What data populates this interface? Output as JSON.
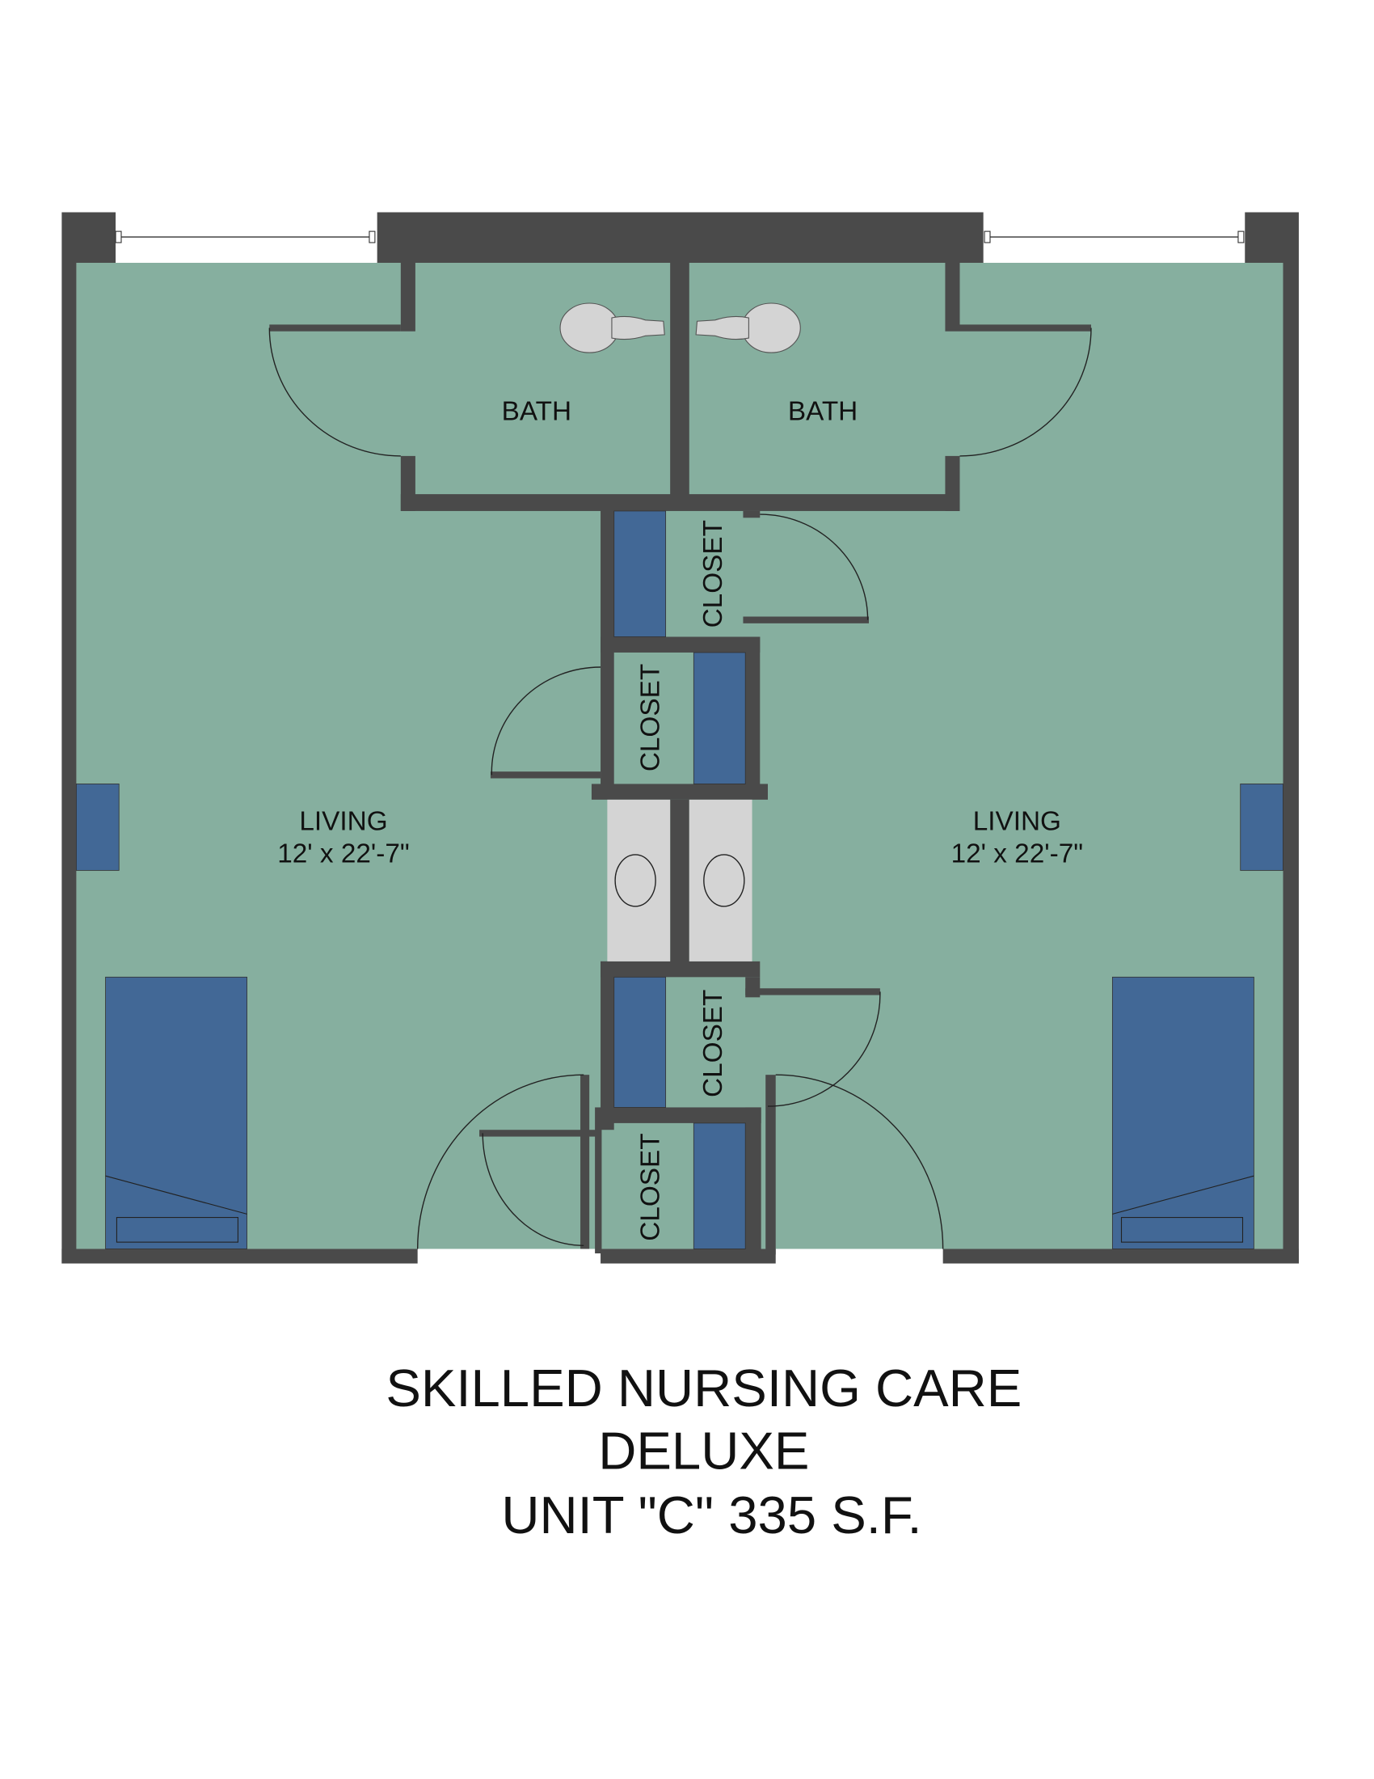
{
  "rooms": {
    "bath_left": "BATH",
    "bath_right": "BATH",
    "living_left": {
      "name": "LIVING",
      "size": "12' x 22'-7\""
    },
    "living_right": {
      "name": "LIVING",
      "size": "12' x 22'-7\""
    },
    "closets": [
      "CLOSET",
      "CLOSET",
      "CLOSET",
      "CLOSET"
    ]
  },
  "title": {
    "line1": "SKILLED NURSING CARE",
    "line2": "DELUXE",
    "line3": "UNIT \"C\" 335 S.F."
  },
  "colors": {
    "floor": "#86AF9F",
    "wall": "#4A4A4A",
    "furniture": "#426896",
    "fixture": "#D4D4D4"
  }
}
